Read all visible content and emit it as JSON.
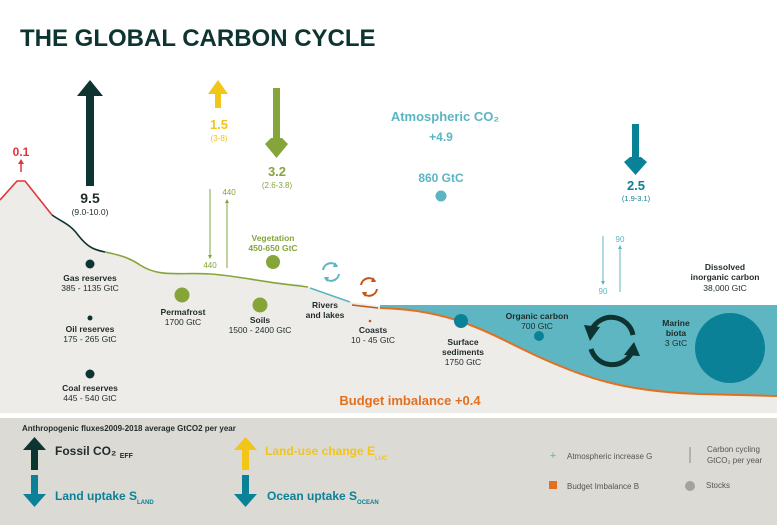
{
  "title": "THE GLOBAL CARBON CYCLE",
  "colors": {
    "fossil": "#0e3432",
    "land_use": "#f2c519",
    "land": "#85a53b",
    "ocean": "#0b8197",
    "atmos": "#5cb5c2",
    "imbalance": "#e3701f",
    "red": "#e0353b",
    "ground": "#eeece8",
    "legend_bg": "#dcdad4"
  },
  "fluxes": {
    "volcanic": {
      "value": "0.1"
    },
    "fossil": {
      "value": "9.5",
      "range": "(9.0-10.0)"
    },
    "land_use": {
      "value": "1.5",
      "range": "(3-8)"
    },
    "land_sink": {
      "value": "3.2",
      "range": "(2.6-3.8)"
    },
    "ocean_sink": {
      "value": "2.5",
      "range": "(1.9-3.1)"
    },
    "land_cycle_down": "440",
    "land_cycle_up": "440",
    "ocean_cycle_down": "90",
    "ocean_cycle_up": "90"
  },
  "atmosphere": {
    "label": "Atmospheric CO₂",
    "increase": "+4.9",
    "stock": "860 GtC"
  },
  "stocks": {
    "gas": {
      "name": "Gas reserves",
      "value": "385 - 1135 GtC"
    },
    "oil": {
      "name": "Oil reserves",
      "value": "175 - 265 GtC"
    },
    "coal": {
      "name": "Coal reserves",
      "value": "445 - 540 GtC"
    },
    "permafrost": {
      "name": "Permafrost",
      "value": "1700 GtC"
    },
    "vegetation": {
      "name": "Vegetation",
      "value": "450-650 GtC"
    },
    "soils": {
      "name": "Soils",
      "value": "1500 - 2400 GtC"
    },
    "rivers": {
      "name1": "Rivers",
      "name2": "and lakes"
    },
    "coasts": {
      "name": "Coasts",
      "value": "10 - 45 GtC"
    },
    "sediments": {
      "name1": "Surface",
      "name2": "sediments",
      "value": "1750 GtC"
    },
    "organic": {
      "name": "Organic carbon",
      "value": "700 GtC"
    },
    "biota": {
      "name1": "Marine",
      "name2": "biota",
      "value": "3 GtC"
    },
    "dic": {
      "name1": "Dissolved",
      "name2": "inorganic carbon",
      "value": "38,000 GtC"
    }
  },
  "budget_imbalance": "Budget imbalance +0.4",
  "legend": {
    "title": "Anthropogenic fluxes2009-2018 average GtCO2 per year",
    "fossil": {
      "label": "Fossil CO₂ ",
      "sub": "EFF"
    },
    "land_use": {
      "label": "Land-use change E",
      "sub": "LUC"
    },
    "land": {
      "label": "Land uptake S",
      "sub": "LAND"
    },
    "ocean": {
      "label": "Ocean uptake S",
      "sub": "OCEAN"
    },
    "atmos_mark": "+",
    "atmos": "Atmospheric increase G",
    "cycling1": "Carbon cycling",
    "cycling2": "GtCO₂ per year",
    "imbalance": "Budget Imbalance B",
    "stocks": "Stocks"
  }
}
